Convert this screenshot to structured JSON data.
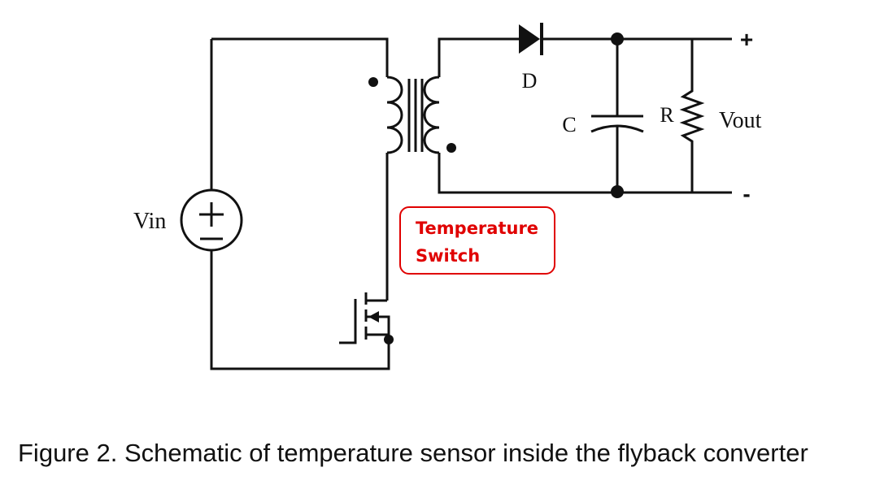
{
  "diagram": {
    "labels": {
      "diode": "D",
      "capacitor": "C",
      "resistor": "R",
      "output_voltage": "Vout",
      "input_voltage": "Vin",
      "output_plus": "+",
      "output_minus": "-"
    },
    "callout": {
      "line1": "Temperature",
      "line2": "Switch",
      "color": "#e00000"
    },
    "caption": "Figure 2. Schematic of temperature sensor inside the flyback converter"
  }
}
